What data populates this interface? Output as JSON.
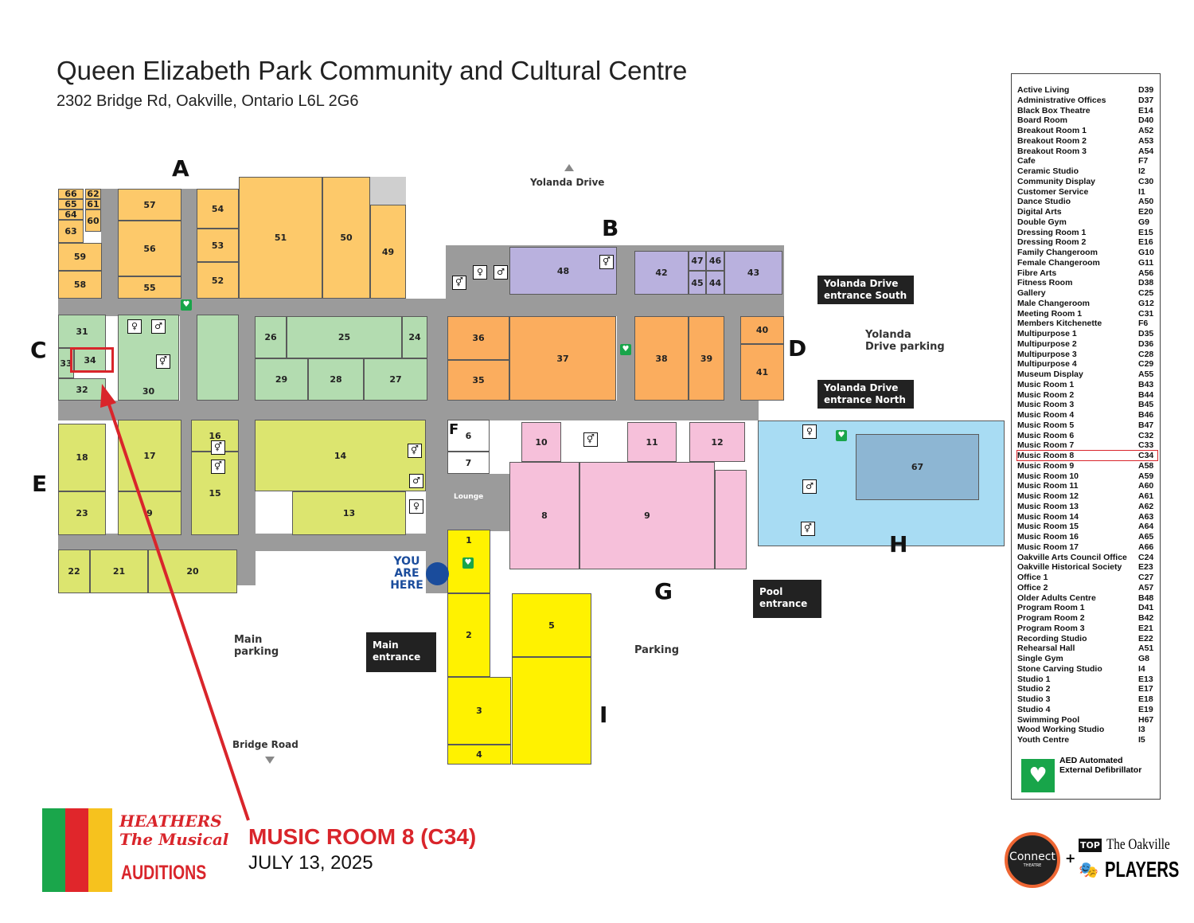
{
  "header": {
    "title": "Queen Elizabeth Park Community and Cultural Centre",
    "address": "2302 Bridge Rd, Oakville, Ontario L6L 2G6"
  },
  "map": {
    "zones": {
      "A": "A",
      "B": "B",
      "C": "C",
      "D": "D",
      "E": "E",
      "F": "F",
      "G": "G",
      "H": "H",
      "I": "I"
    },
    "rooms": {
      "r66": "66",
      "r65": "65",
      "r64": "64",
      "r63": "63",
      "r62": "62",
      "r61": "61",
      "r60": "60",
      "r59": "59",
      "r58": "58",
      "r57": "57",
      "r56": "56",
      "r55": "55",
      "r54": "54",
      "r53": "53",
      "r52": "52",
      "r51": "51",
      "r50": "50",
      "r49": "49",
      "r48": "48",
      "r42": "42",
      "r47": "47",
      "r46": "46",
      "r45": "45",
      "r44": "44",
      "r43": "43",
      "r31": "31",
      "r33": "33",
      "r34": "34",
      "r32": "32",
      "r30": "30",
      "r26": "26",
      "r25": "25",
      "r24": "24",
      "r29": "29",
      "r28": "28",
      "r27": "27",
      "r36": "36",
      "r35": "35",
      "r37": "37",
      "r38": "38",
      "r39": "39",
      "r40": "40",
      "r41": "41",
      "r18": "18",
      "r23": "23",
      "r17": "17",
      "r19": "9",
      "r16": "16",
      "r15": "15",
      "r14": "14",
      "r13": "13",
      "r22": "22",
      "r21": "21",
      "r20": "20",
      "r6": "6",
      "r7": "7",
      "r10": "10",
      "r11": "11",
      "r12": "12",
      "r8": "8",
      "r9": "9",
      "r67": "67",
      "i1": "1",
      "i2": "2",
      "i3": "3",
      "i4": "4",
      "i5": "5"
    },
    "labels": {
      "yolanda_drive": "Yolanda Drive",
      "yolanda_parking": "Yolanda Drive parking",
      "entrance_south": "Yolanda Drive entrance South",
      "entrance_north": "Yolanda Drive entrance North",
      "pool_entrance": "Pool entrance",
      "main_entrance": "Main entrance",
      "main_parking": "Main parking",
      "parking": "Parking",
      "bridge_road": "Bridge Road",
      "lounge": "Lounge",
      "you_are_here": "YOU ARE HERE"
    }
  },
  "legend": {
    "entries": [
      {
        "name": "Active Living",
        "code": "D39"
      },
      {
        "name": "Administrative Offices",
        "code": "D37"
      },
      {
        "name": "Black Box Theatre",
        "code": "E14"
      },
      {
        "name": "Board Room",
        "code": "D40"
      },
      {
        "name": "Breakout Room 1",
        "code": "A52"
      },
      {
        "name": "Breakout Room 2",
        "code": "A53"
      },
      {
        "name": "Breakout Room 3",
        "code": "A54"
      },
      {
        "name": "Cafe",
        "code": "F7"
      },
      {
        "name": "Ceramic Studio",
        "code": "I2"
      },
      {
        "name": "Community Display",
        "code": "C30"
      },
      {
        "name": "Customer Service",
        "code": "I1"
      },
      {
        "name": "Dance Studio",
        "code": "A50"
      },
      {
        "name": "Digital Arts",
        "code": "E20"
      },
      {
        "name": "Double Gym",
        "code": "G9"
      },
      {
        "name": "Dressing Room 1",
        "code": "E15"
      },
      {
        "name": "Dressing Room 2",
        "code": "E16"
      },
      {
        "name": "Family Changeroom",
        "code": "G10"
      },
      {
        "name": "Female Changeroom",
        "code": "G11"
      },
      {
        "name": "Fibre Arts",
        "code": "A56"
      },
      {
        "name": "Fitness Room",
        "code": "D38"
      },
      {
        "name": "Gallery",
        "code": "C25"
      },
      {
        "name": "Male Changeroom",
        "code": "G12"
      },
      {
        "name": "Meeting Room 1",
        "code": "C31"
      },
      {
        "name": "Members Kitchenette",
        "code": "F6"
      },
      {
        "name": "Multipurpose 1",
        "code": "D35"
      },
      {
        "name": "Multipurpose 2",
        "code": "D36"
      },
      {
        "name": "Multipurpose 3",
        "code": "C28"
      },
      {
        "name": "Multipurpose 4",
        "code": "C29"
      },
      {
        "name": "Museum Display",
        "code": "A55"
      },
      {
        "name": "Music Room 1",
        "code": "B43"
      },
      {
        "name": "Music Room 2",
        "code": "B44"
      },
      {
        "name": "Music Room 3",
        "code": "B45"
      },
      {
        "name": "Music Room 4",
        "code": "B46"
      },
      {
        "name": "Music Room 5",
        "code": "B47"
      },
      {
        "name": "Music Room 6",
        "code": "C32"
      },
      {
        "name": "Music Room 7",
        "code": "C33"
      },
      {
        "name": "Music Room 8",
        "code": "C34",
        "highlighted": true
      },
      {
        "name": "Music Room 9",
        "code": "A58"
      },
      {
        "name": "Music Room 10",
        "code": "A59"
      },
      {
        "name": "Music Room 11",
        "code": "A60"
      },
      {
        "name": "Music Room 12",
        "code": "A61"
      },
      {
        "name": "Music Room 13",
        "code": "A62"
      },
      {
        "name": "Music Room 14",
        "code": "A63"
      },
      {
        "name": "Music Room 15",
        "code": "A64"
      },
      {
        "name": "Music Room 16",
        "code": "A65"
      },
      {
        "name": "Music Room 17",
        "code": "A66"
      },
      {
        "name": "Oakville Arts Council Office",
        "code": "C24"
      },
      {
        "name": "Oakville Historical Society",
        "code": "E23"
      },
      {
        "name": "Office 1",
        "code": "C27"
      },
      {
        "name": "Office 2",
        "code": "A57"
      },
      {
        "name": "Older Adults Centre",
        "code": "B48"
      },
      {
        "name": "Program Room 1",
        "code": "D41"
      },
      {
        "name": "Program Room 2",
        "code": "B42"
      },
      {
        "name": "Program Room 3",
        "code": "E21"
      },
      {
        "name": "Recording Studio",
        "code": "E22"
      },
      {
        "name": "Rehearsal Hall",
        "code": "A51"
      },
      {
        "name": "Single Gym",
        "code": "G8"
      },
      {
        "name": "Stone Carving Studio",
        "code": "I4"
      },
      {
        "name": "Studio 1",
        "code": "E13"
      },
      {
        "name": "Studio 2",
        "code": "E17"
      },
      {
        "name": "Studio 3",
        "code": "E18"
      },
      {
        "name": "Studio 4",
        "code": "E19"
      },
      {
        "name": "Swimming Pool",
        "code": "H67"
      },
      {
        "name": "Wood Working Studio",
        "code": "I3"
      },
      {
        "name": "Youth Centre",
        "code": "I5"
      }
    ],
    "aed_label": "AED Automated External Defibrillator"
  },
  "event": {
    "room": "MUSIC ROOM 8 (C34)",
    "date": "JULY 13, 2025",
    "show_logo_text": "HEATHERS The Musical",
    "auditions": "AUDITIONS"
  },
  "sponsors": {
    "connect": "Connect",
    "connect_sub": "THEATRE",
    "plus": "+",
    "top": "TOP",
    "oakville": "The Oakville",
    "players": "PLAYERS"
  },
  "colors": {
    "A": "#fdc96a",
    "B": "#b9b1de",
    "C": "#b3dcb0",
    "D": "#fbad5e",
    "E": "#dce56f",
    "F": "#ffffff",
    "G": "#f6c0da",
    "H": "#a8dcf3",
    "pool": "#8db6d3",
    "I": "#fff200",
    "corridor": "#9b9b9b",
    "highlight": "#d9252b",
    "you": "#1a4c9c"
  }
}
